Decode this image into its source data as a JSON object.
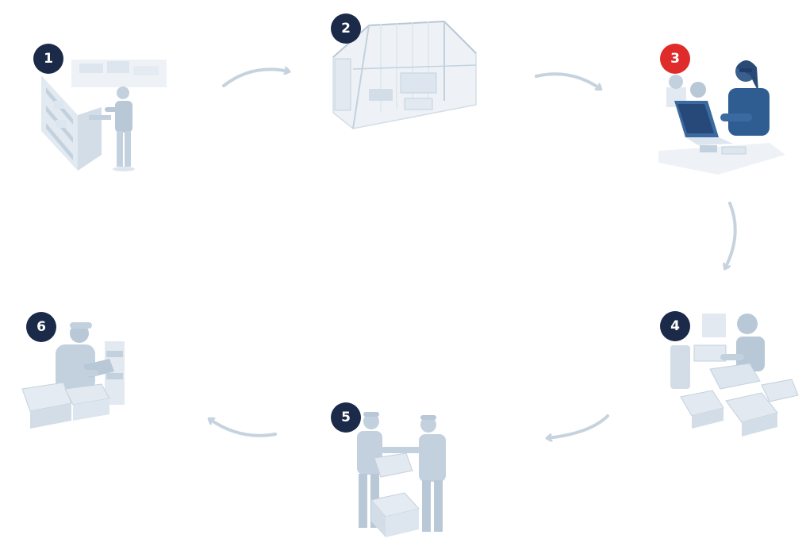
{
  "colors": {
    "badge": "#1b2a48",
    "badge_active": "#e02b2b",
    "illustration_light": "#dde6ef",
    "illustration_mid": "#c3d1de",
    "illustration_dark": "#a9bccd",
    "active_blue": "#2f5d92",
    "active_dark": "#1e3f6e",
    "arrow": "#c6d3de"
  },
  "active_step": "3",
  "steps": [
    {
      "number": "1",
      "icon": "warehouse-worker-at-shelves-icon"
    },
    {
      "number": "2",
      "icon": "warehouse-building-icon"
    },
    {
      "number": "3",
      "icon": "woman-working-on-laptop-icon"
    },
    {
      "number": "4",
      "icon": "worker-packing-boxes-icon"
    },
    {
      "number": "5",
      "icon": "two-workers-handing-over-box-icon"
    },
    {
      "number": "6",
      "icon": "worker-with-tablet-icon"
    }
  ]
}
